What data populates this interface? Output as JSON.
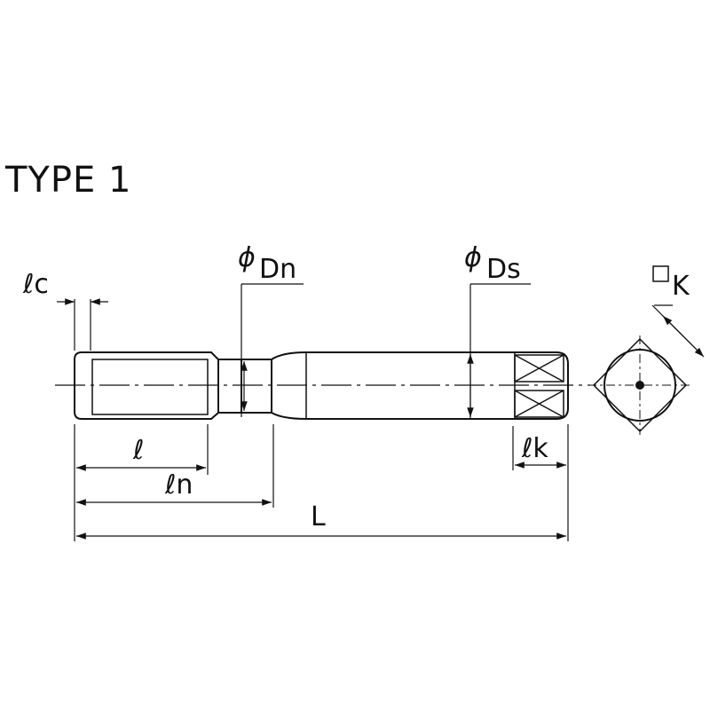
{
  "title": "TYPE 1",
  "labels": {
    "phi": "ϕ",
    "dn": "Dn",
    "ds": "Ds",
    "lc": "ℓc",
    "l": "ℓ",
    "ln": "ℓn",
    "L": "L",
    "lk": "ℓk",
    "K": "K"
  },
  "colors": {
    "line": "#111111",
    "shade": "#d9d9d9"
  }
}
